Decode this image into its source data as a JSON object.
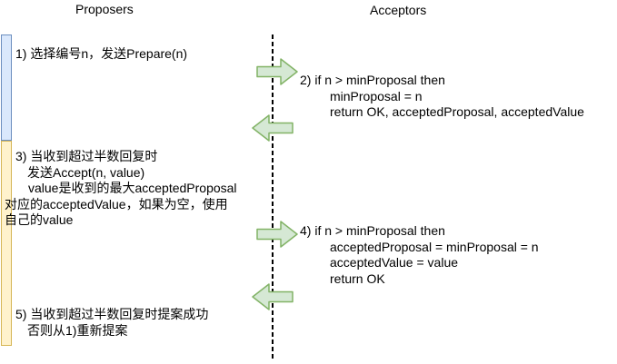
{
  "headers": {
    "left": "Proposers",
    "right": "Acceptors"
  },
  "steps": [
    {
      "actor": "proposer",
      "lines": [
        "1) 选择编号n，发送Prepare(n)"
      ]
    },
    {
      "actor": "acceptor",
      "lines": [
        "2) if n > minProposal then",
        "minProposal = n",
        "return OK, acceptedProposal, acceptedValue"
      ]
    },
    {
      "actor": "proposer",
      "lines": [
        "3) 当收到超过半数回复时",
        "发送Accept(n, value)",
        "value是收到的最大acceptedProposal",
        "对应的acceptedValue，如果为空，使用",
        "自己的value"
      ]
    },
    {
      "actor": "acceptor",
      "lines": [
        "4) if n > minProposal then",
        "acceptedProposal = minProposal = n",
        "acceptedValue = value",
        "return OK"
      ]
    },
    {
      "actor": "proposer",
      "lines": [
        "5) 当收到超过半数回复时提案成功",
        "否则从1)重新提案"
      ]
    }
  ],
  "icons": {
    "arrows": [
      {
        "name": "prepare-request-arrow-icon",
        "direction": "right"
      },
      {
        "name": "prepare-response-arrow-icon",
        "direction": "left"
      },
      {
        "name": "accept-request-arrow-icon",
        "direction": "right"
      },
      {
        "name": "accept-response-arrow-icon",
        "direction": "left"
      }
    ]
  },
  "colors": {
    "phase1_bar_fill": "#dae8fc",
    "phase1_bar_stroke": "#6c8ebf",
    "phase2_bar_fill": "#fff2cc",
    "phase2_bar_stroke": "#d6b656",
    "arrow_fill": "#d5e8d4",
    "arrow_stroke": "#82b366",
    "text": "#000000",
    "lifeline": "#000000"
  }
}
